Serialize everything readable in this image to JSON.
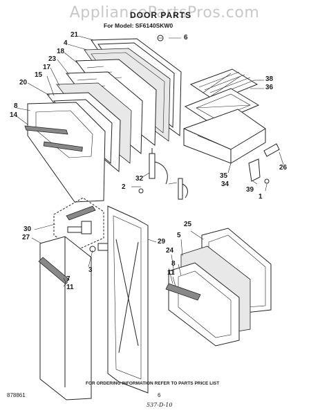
{
  "watermark": "AppliancePartsPros.com",
  "title": "DOOR PARTS",
  "model_line": "For Model: SF6140SKW0",
  "callouts": {
    "c1": "1",
    "c2": "2",
    "c3": "3",
    "c4": "4",
    "c5": "5",
    "c6": "6",
    "c7": "7",
    "c8a": "8",
    "c8b": "8",
    "c11a": "11",
    "c11b": "11",
    "c14": "14",
    "c15": "15",
    "c17": "17",
    "c18": "18",
    "c20": "20",
    "c21": "21",
    "c23": "23",
    "c24": "24",
    "c25": "25",
    "c26": "26",
    "c27": "27",
    "c29": "29",
    "c30": "30",
    "c32": "32",
    "c34": "34",
    "c35": "35",
    "c36": "36",
    "c38": "38",
    "c39": "39"
  },
  "footer": "FOR ORDERING INFORMATION REFER TO PARTS PRICE LIST",
  "figure_number": "878861",
  "page_number": "6",
  "handwritten_code": "537-D-10"
}
